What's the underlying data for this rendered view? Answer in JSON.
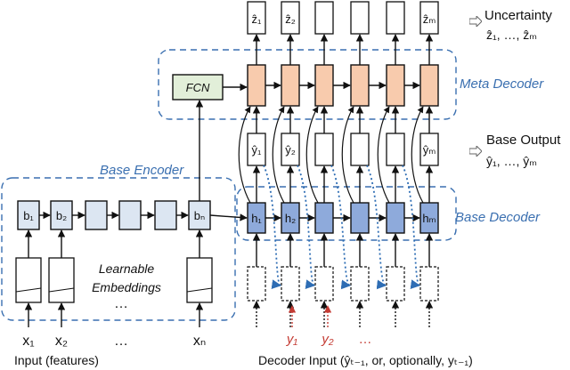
{
  "labels": {
    "uncertainty": "Uncertainty",
    "uncertainty_vals": "ẑ₁, …, ẑₘ",
    "meta_decoder": "Meta Decoder",
    "fcn": "FCN",
    "base_output": "Base Output",
    "base_output_vals": "ŷ₁, …, ŷₘ",
    "base_encoder": "Base Encoder",
    "base_decoder": "Base Decoder",
    "learnable": "Learnable",
    "embeddings": "Embeddings",
    "input_features": "Input (features)",
    "decoder_input": "Decoder Input (ŷₜ₋₁, or, optionally, yₜ₋₁)"
  },
  "encoder": {
    "cells": [
      "b₁",
      "b₂",
      "",
      "",
      "",
      "bₙ"
    ],
    "inputs": [
      "x₁",
      "x₂",
      "…",
      "xₙ"
    ],
    "dots": "…"
  },
  "decoder": {
    "hidden": [
      "h₁",
      "h₂",
      "",
      "",
      "",
      "hₘ"
    ],
    "base_outputs": [
      "ŷ₁",
      "ŷ₂",
      "",
      "",
      "",
      "ŷₘ"
    ],
    "meta_outputs": [
      "ẑ₁",
      "ẑ₂",
      "",
      "",
      "",
      "ẑₘ"
    ],
    "gt_inputs": [
      "y₁",
      "y₂",
      "…"
    ]
  },
  "colors": {
    "region_border": "#3a6fb0",
    "encoder_cell": "#dce6f2",
    "decoder_cell": "#8eaadb",
    "meta_cell": "#f8cbad",
    "fcn_fill": "#e2efd9",
    "red": "#c43b33",
    "dotted_blue": "#2e6db4"
  }
}
